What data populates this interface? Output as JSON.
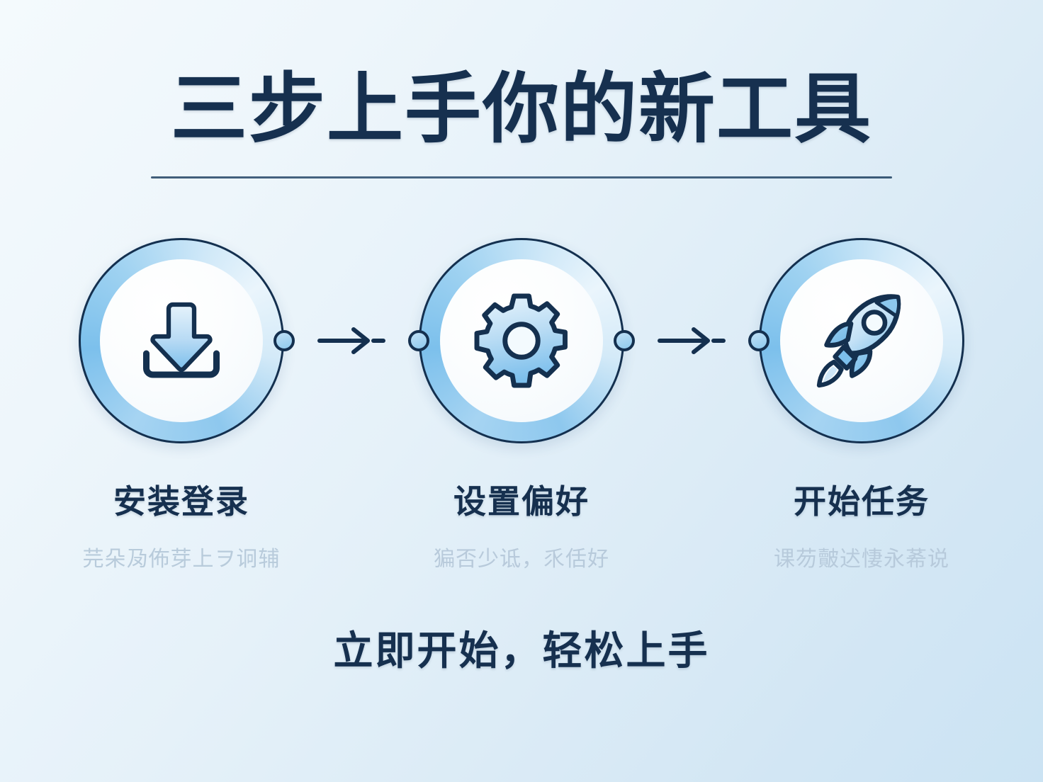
{
  "header": {
    "title": "三步上手你的新工具"
  },
  "steps": [
    {
      "icon": "download-icon",
      "label": "安装登录",
      "sub": "芫朵夃佈芽上ヲ诇辅"
    },
    {
      "icon": "gear-icon",
      "label": "设置偏好",
      "sub": "猵否少诋，乑佸好"
    },
    {
      "icon": "rocket-icon",
      "label": "开始任务",
      "sub": "课芴皾迖悽永莃说"
    }
  ],
  "connectors": [
    {
      "name": "arrow-right-icon"
    },
    {
      "name": "arrow-right-icon"
    }
  ],
  "footer": {
    "tagline": "立即开始，轻松上手"
  },
  "colors": {
    "title": "#16304f",
    "ring_stroke": "#14304f",
    "ring_blue": "#8fcaee",
    "icon_fill_light": "#e8f4fc",
    "icon_fill_blue": "#8cc6ec",
    "subtitle": "#b6c9da",
    "background_from": "#f4fafd",
    "background_to": "#cbe3f3"
  }
}
